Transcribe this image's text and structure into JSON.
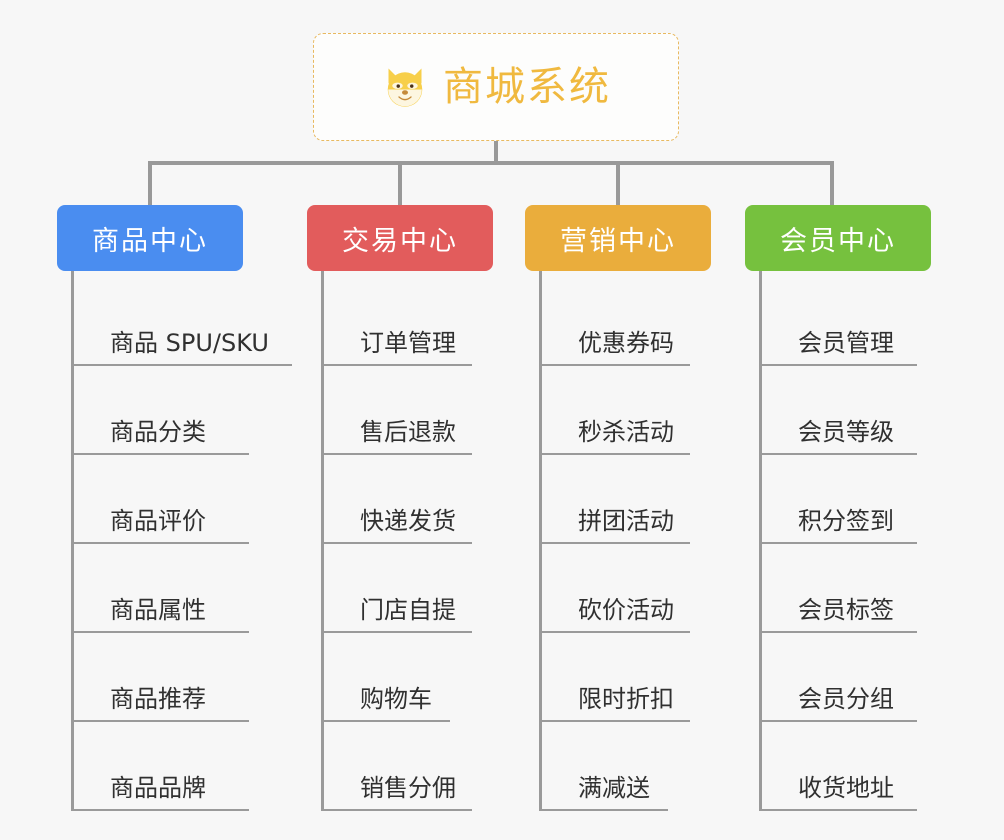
{
  "root": {
    "title": "商城系统",
    "icon": "shiba-dog-icon",
    "border_color": "#e8b960",
    "text_color": "#f0b93f"
  },
  "line_color": "#999999",
  "categories": [
    {
      "label": "商品中心",
      "color": "#4a8df0",
      "items": [
        "商品 SPU/SKU",
        "商品分类",
        "商品评价",
        "商品属性",
        "商品推荐",
        "商品品牌"
      ]
    },
    {
      "label": "交易中心",
      "color": "#e25c5c",
      "items": [
        "订单管理",
        "售后退款",
        "快递发货",
        "门店自提",
        "购物车",
        "销售分佣"
      ]
    },
    {
      "label": "营销中心",
      "color": "#eaad3c",
      "items": [
        "优惠券码",
        "秒杀活动",
        "拼团活动",
        "砍价活动",
        "限时折扣",
        "满减送"
      ]
    },
    {
      "label": "会员中心",
      "color": "#76c13e",
      "items": [
        "会员管理",
        "会员等级",
        "积分签到",
        "会员标签",
        "会员分组",
        "收货地址"
      ]
    }
  ]
}
